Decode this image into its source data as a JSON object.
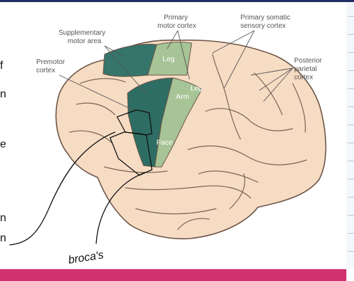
{
  "labels": {
    "primary_motor_1": "Primary",
    "primary_motor_2": "motor cortex",
    "primary_somatic_1": "Primary somatic",
    "primary_somatic_2": "sensory cortex",
    "supplementary_1": "Supplementary",
    "supplementary_2": "motor area",
    "premotor_1": "Premotor",
    "premotor_2": "cortex",
    "posterior_1": "Posterior",
    "posterior_2": "parietal",
    "posterior_3": "cortex",
    "leg_top": "Leg",
    "leg_side": "Leg",
    "arm": "Arm",
    "face": "Face"
  },
  "left_fragments": [
    "f",
    "n",
    "e",
    "n",
    "n"
  ],
  "handwriting": "broca's",
  "colors": {
    "brain_fill": "#f7dcc4",
    "brain_outline": "#6b5446",
    "supplementary_region": "#35756b",
    "premotor_region": "#2e6d63",
    "primary_motor_region": "#a7c497",
    "accent_bar": "#d2306e",
    "top_rule": "#1f2d63"
  }
}
